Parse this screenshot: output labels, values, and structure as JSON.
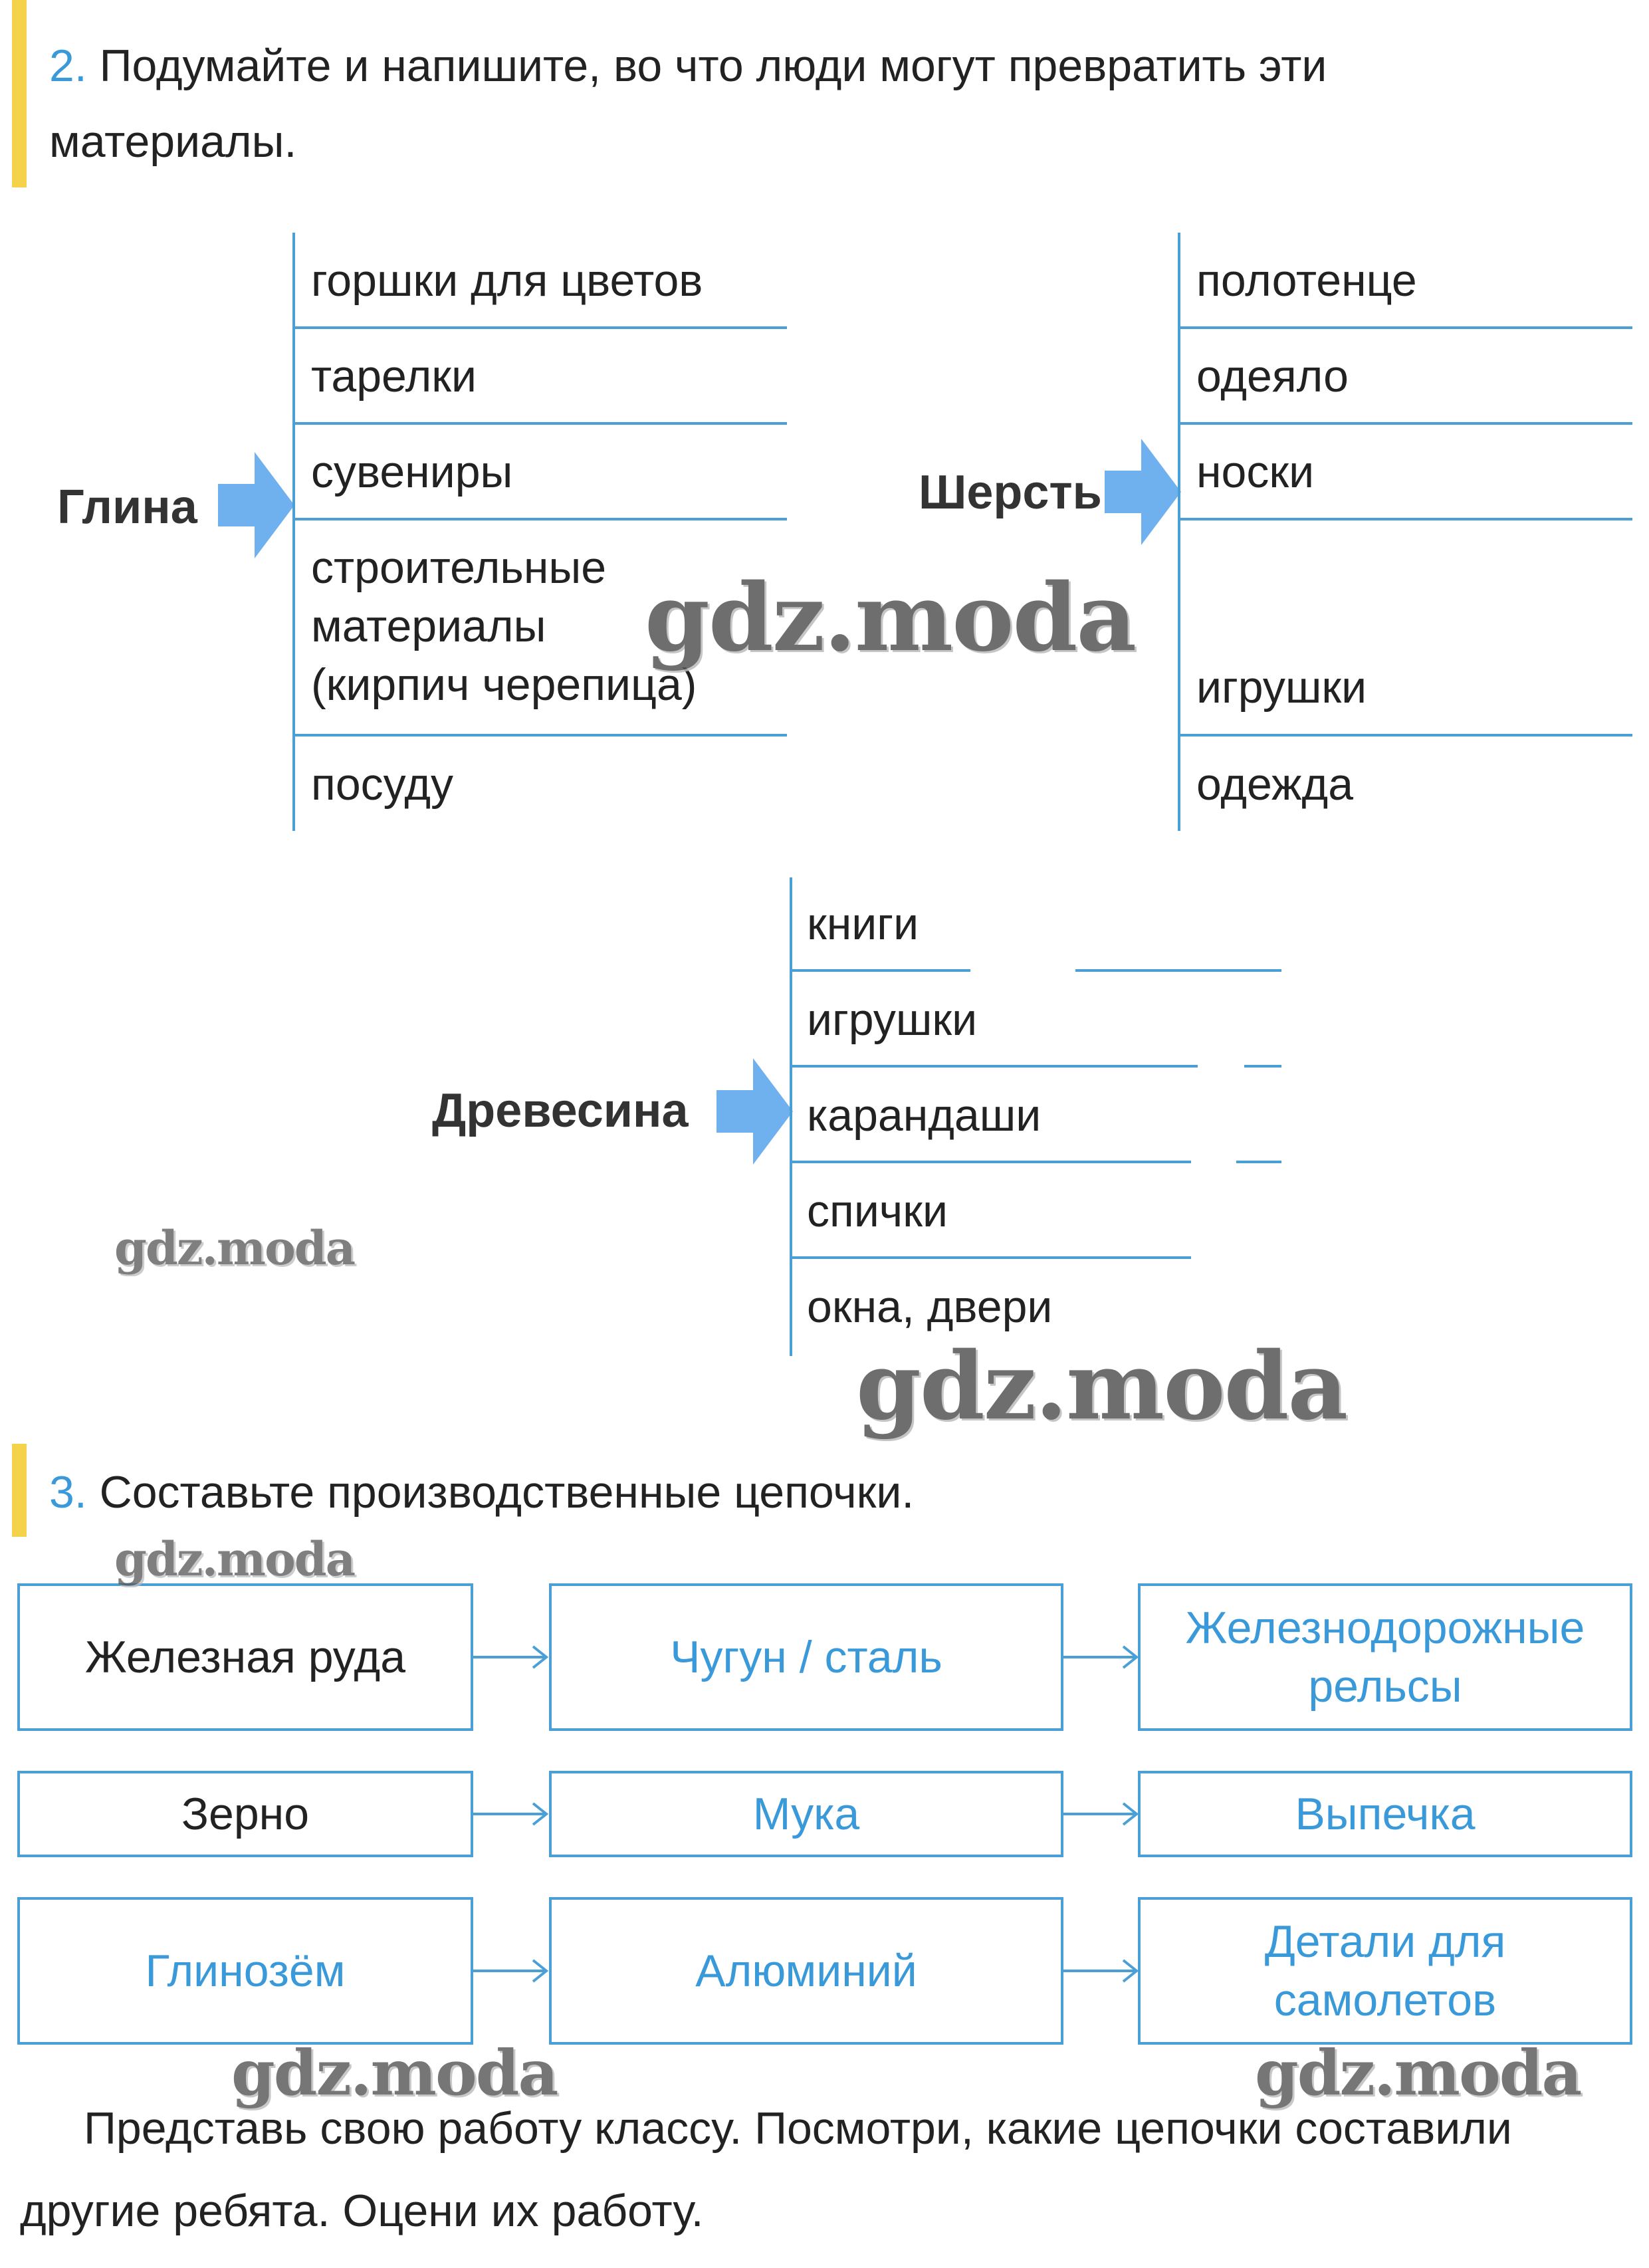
{
  "task2": {
    "number": "2.",
    "text": "Подумайте и напишите, во что люди могут превратить эти материалы."
  },
  "diagrams": {
    "clay": {
      "label": "Глина",
      "items": [
        "горшки для цветов",
        "тарелки",
        "сувениры",
        "строительные",
        "материалы",
        "(кирпич черепица)",
        "посуду"
      ]
    },
    "wool": {
      "label": "Шерсть",
      "items": [
        "полотенце",
        "одеяло",
        "носки",
        "",
        "игрушки",
        "одежда"
      ]
    },
    "wood": {
      "label": "Древесина",
      "items": [
        "книги",
        "игрушки",
        "карандаши",
        "спички",
        "окна, двери"
      ]
    }
  },
  "task3": {
    "number": "3.",
    "text": "Составьте производственные цепочки."
  },
  "chains": [
    [
      "Железная руда",
      "Чугун / сталь",
      "Железнодорожные рельсы"
    ],
    [
      "Зерно",
      "Мука",
      "Выпечка"
    ],
    [
      "Глинозём",
      "Алюминий",
      "Детали для самолетов"
    ]
  ],
  "bottom_text": "Представь свою работу классу. Посмотри, какие цепочки составили другие ребята. Оцени их работу.",
  "watermark": "gdz.moda",
  "colors": {
    "accent_bar": "#f4d24a",
    "line_blue": "#4a9fd6",
    "answer_blue": "#3a9ad9",
    "arrow_blue": "#6fb0ee"
  }
}
